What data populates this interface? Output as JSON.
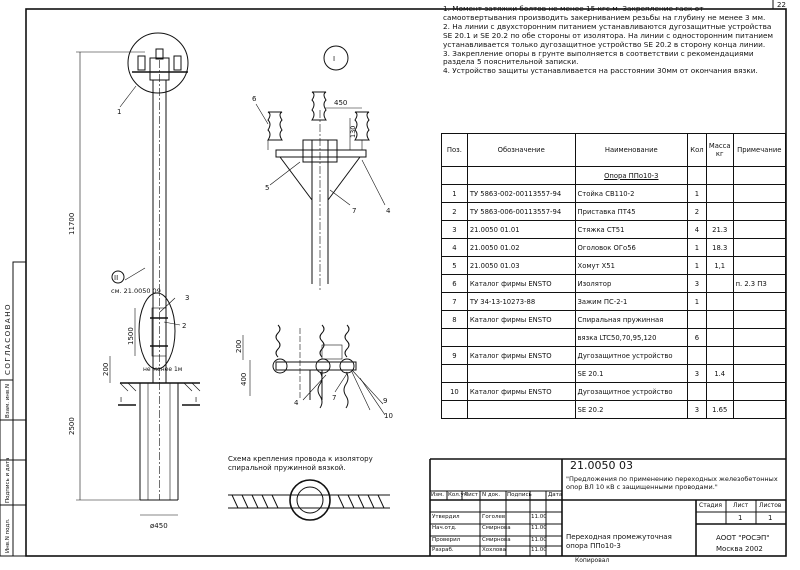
{
  "page_number": "22",
  "notes": [
    "1. Момент затяжки болтов не менее 15 кгс.м. Закрепление гаек от самоотвертывания производить закерниванием резьбы на глубину не менее 3 мм.",
    "2. На линии с двухсторонним питанием устанавливаются дугозащитные устройства SE 20.1 и SE 20.2 по обе стороны от изолятора. На линии с односторонним питанием устанавливается только дугозащитное устройство SE 20.2 в сторону конца линии.",
    "3. Закрепление опоры в грунте выполняется в соответствии с рекомендациями раздела 5 пояснительной записки.",
    "4. Устройство защиты устанавливается на расстоянии 30мм от окончания вязки."
  ],
  "spec_table": {
    "headers": [
      "Поз.",
      "Обозначение",
      "Наименование",
      "Кол",
      "Масса кг",
      "Примечание"
    ],
    "group_title": "Опора ППо10-3",
    "rows": [
      {
        "pos": "1",
        "designation": "ТУ 5863-002-00113557-94",
        "name": "Стойка СВ110-2",
        "qty": "1",
        "mass": "",
        "note": ""
      },
      {
        "pos": "2",
        "designation": "ТУ 5863-006-00113557-94",
        "name": "Приставка ПТ45",
        "qty": "2",
        "mass": "",
        "note": ""
      },
      {
        "pos": "3",
        "designation": "21.0050 01.01",
        "name": "Стяжка СТ51",
        "qty": "4",
        "mass": "21.3",
        "note": ""
      },
      {
        "pos": "4",
        "designation": "21.0050 01.02",
        "name": "Оголовок ОГо56",
        "qty": "1",
        "mass": "18.3",
        "note": ""
      },
      {
        "pos": "5",
        "designation": "21.0050 01.03",
        "name": "Хомут Х51",
        "qty": "1",
        "mass": "1,1",
        "note": ""
      },
      {
        "pos": "6",
        "designation": "Каталог фирмы ENSTO",
        "name": "Изолятор",
        "qty": "3",
        "mass": "",
        "note": "п. 2.3 ПЗ"
      },
      {
        "pos": "7",
        "designation": "ТУ 34-13-10273-88",
        "name": "Зажим ПС-2-1",
        "qty": "1",
        "mass": "",
        "note": ""
      },
      {
        "pos": "8",
        "designation": "Каталог фирмы ENSTO",
        "name": "Спиральная пружинная",
        "qty": "",
        "mass": "",
        "note": ""
      },
      {
        "pos": "",
        "designation": "",
        "name": "вязка LTC50,70,95,120",
        "qty": "6",
        "mass": "",
        "note": ""
      },
      {
        "pos": "9",
        "designation": "Каталог фирмы ENSTO",
        "name": "Дугозащитное устройство",
        "qty": "",
        "mass": "",
        "note": ""
      },
      {
        "pos": "",
        "designation": "",
        "name": "SE 20.1",
        "qty": "3",
        "mass": "1.4",
        "note": ""
      },
      {
        "pos": "10",
        "designation": "Каталог фирмы ENSTO",
        "name": "Дугозащитное устройство",
        "qty": "",
        "mass": "",
        "note": ""
      },
      {
        "pos": "",
        "designation": "",
        "name": "SE 20.2",
        "qty": "3",
        "mass": "1.65",
        "note": ""
      }
    ]
  },
  "drawing": {
    "node_labels": [
      "1",
      "2",
      "3",
      "4",
      "5",
      "6",
      "7",
      "9",
      "10"
    ],
    "callout_I": "I",
    "callout_II": "II",
    "dim_11700": "11700",
    "dim_2500": "2500",
    "dim_1500": "1500",
    "dim_200": "200",
    "dim_400": "400",
    "dim_450": "450",
    "dim_130": "130",
    "dim_450_base": "ø450",
    "ref_mark": "см. 21.0050 09",
    "ground_mark": "не менее 1м",
    "section_mark": "I",
    "caption": "Схема крепления провода к изолятору спиральной пружинной вязкой.",
    "left_stamp": [
      "СОГЛАСОВАНО",
      "Взам. инв.N",
      "Подпись и дата",
      "Инв.N подл."
    ]
  },
  "title_block": {
    "doc_number": "21.0050 03",
    "project_title": "\"Предложения по применению переходных железобетонных опор ВЛ 10 кВ с защищенными проводами.\"",
    "col_headers": [
      "Изм.",
      "Кол.уч",
      "Лист",
      "N док.",
      "Подпись",
      "Дата"
    ],
    "signatures": [
      {
        "role": "Утвердил",
        "name": "Гоголев",
        "date": "11.00"
      },
      {
        "role": "Нач.отд.",
        "name": "Смирнова",
        "date": "11.00"
      },
      {
        "role": "Проверил",
        "name": "Смирнова",
        "date": "11.00"
      },
      {
        "role": "Разраб.",
        "name": "Хохлова",
        "date": "11.00"
      }
    ],
    "sheet_title": "Переходная промежуточная опора ППо10-3",
    "stage_header": "Стадия",
    "sheet_header": "Лист",
    "sheets_header": "Листов",
    "sheet_value": "1",
    "sheets_value": "1",
    "organization": "АООТ \"РОСЭП\"",
    "city_year": "Москва 2002",
    "copied_label": "Копировал"
  }
}
